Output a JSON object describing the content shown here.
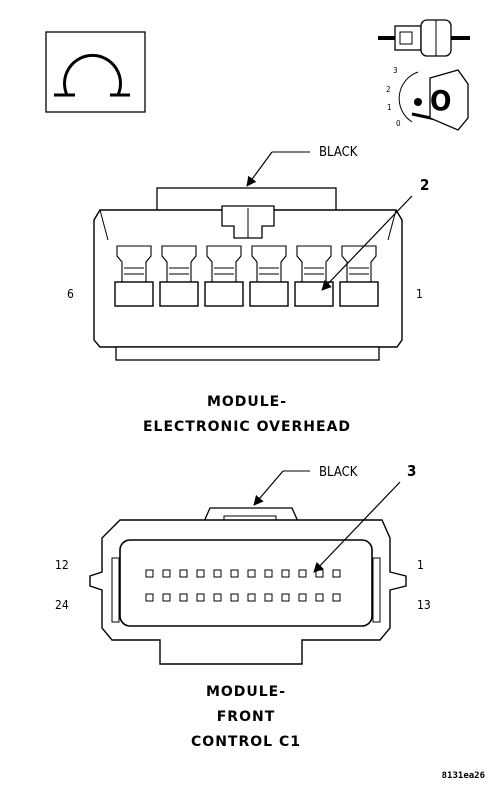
{
  "icons": {
    "view_symbol": "rotate-arrow-icon",
    "terminal_end": "connector-terminal-end-icon",
    "lock_scale": {
      "ticks": [
        "3",
        "2",
        "1",
        "0"
      ],
      "letter": "O"
    }
  },
  "connector_top": {
    "color_label": "BLACK",
    "callout_number": "2",
    "pin_left": "6",
    "pin_right": "1",
    "title_line1": "MODULE-",
    "title_line2": "ELECTRONIC OVERHEAD"
  },
  "connector_bottom": {
    "color_label": "BLACK",
    "callout_number": "3",
    "pin_top_left": "12",
    "pin_top_right": "1",
    "pin_bottom_left": "24",
    "pin_bottom_right": "13",
    "title_line1": "MODULE-",
    "title_line2": "FRONT",
    "title_line3": "CONTROL C1"
  },
  "figure_code": "8131ea26"
}
